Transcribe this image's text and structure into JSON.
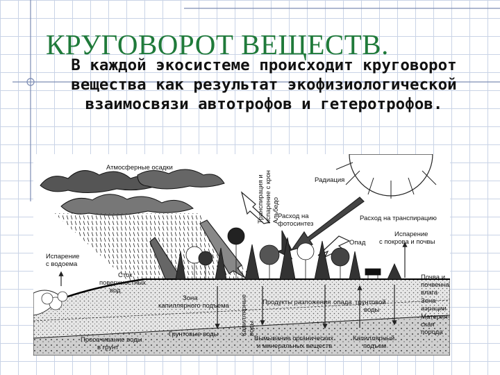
{
  "title": "КРУГОВОРОТ ВЕЩЕСТВ.",
  "subtitle": "В каждой экосистеме происходит круговорот вещества как результат экофизиологической взаимосвязи автотрофов и гетеротрофов.",
  "labels": {
    "precipitation": "Атмосферные осадки",
    "transpiration_1": "Транспирация и",
    "transpiration_2": "испарение с крон",
    "albedo": "Альбедо",
    "radiation": "Радиация",
    "photosynthesis_1": "Расход на",
    "photosynthesis_2": "фотосинтез",
    "transpiration_use": "Расход на транспирацию",
    "evaporation_soil_1": "Испарение",
    "evaporation_soil_2": "с покрова и почвы",
    "litter": "Опад",
    "evaporation_water_1": "Испарение",
    "evaporation_water_2": "с водоема",
    "runoff_1": "Сток",
    "runoff_2": "поверхностных",
    "runoff_3": "вод",
    "capillary_zone_1": "Зона",
    "capillary_zone_2": "капиллярного подъема",
    "capillary_water_1": "Капиллярные",
    "capillary_water_2": "воды",
    "decay_products": "Продукты разложения",
    "litter_2": "опада",
    "ground_water_1": "грунтовой",
    "ground_water_2": "воды",
    "soil_1": "Почва и",
    "soil_2": "почвенная",
    "soil_3": "влага",
    "aeration_1": "Зона",
    "aeration_2": "аэрации",
    "parent_rock_1": "Материн-",
    "parent_rock_2": "ская",
    "parent_rock_3": "порода",
    "ground_waters": "Грунтовые воды",
    "seepage_1": "Просачивание воды",
    "seepage_2": "в грунт",
    "leaching_1": "Вымывание органических",
    "leaching_2": "и минеральных веществ",
    "capillary_rise_1": "Капиллярный",
    "capillary_rise_2": "подъем"
  }
}
